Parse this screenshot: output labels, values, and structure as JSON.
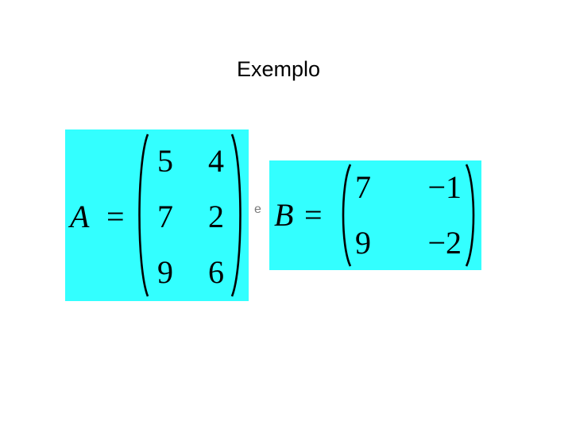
{
  "slide": {
    "title": "Exemplo",
    "separator": "e"
  },
  "matrix_a": {
    "name": "A",
    "equals": "=",
    "rows": [
      [
        "5",
        "4"
      ],
      [
        "7",
        "2"
      ],
      [
        "9",
        "6"
      ]
    ]
  },
  "matrix_b": {
    "name": "B",
    "equals": "=",
    "rows": [
      [
        "7",
        "−1"
      ],
      [
        "9",
        "−2"
      ]
    ]
  },
  "colors": {
    "matrix_background": "#33ffff",
    "text": "#000000",
    "separator_text": "#7a7a7a"
  }
}
